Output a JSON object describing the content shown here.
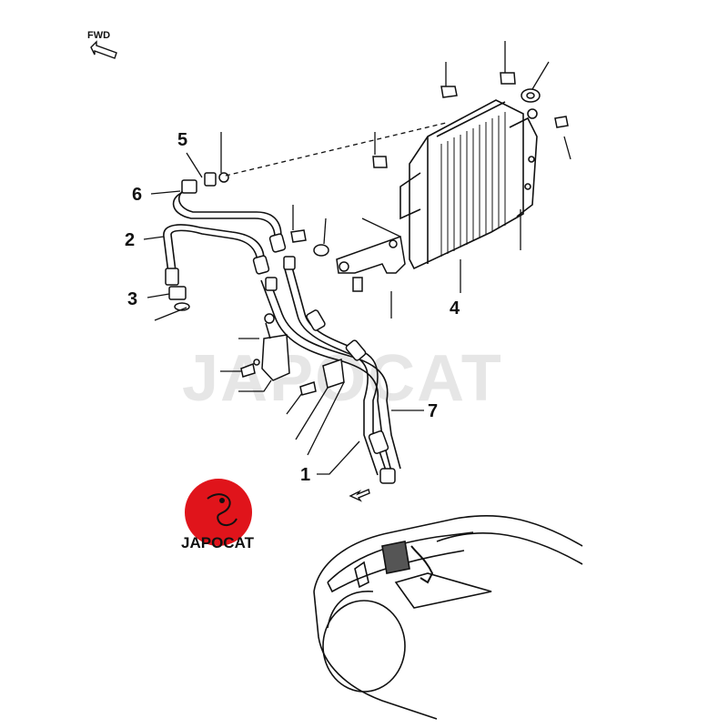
{
  "direction_label": "FWD",
  "watermark": "JAPOCAT",
  "logo_text": "JAPOCAT",
  "callouts": [
    "5",
    "6",
    "2",
    "3",
    "4",
    "7",
    "1"
  ],
  "colors": {
    "line": "#111111",
    "logo_red": "#e0141b",
    "watermark": "#e6e6e6"
  }
}
